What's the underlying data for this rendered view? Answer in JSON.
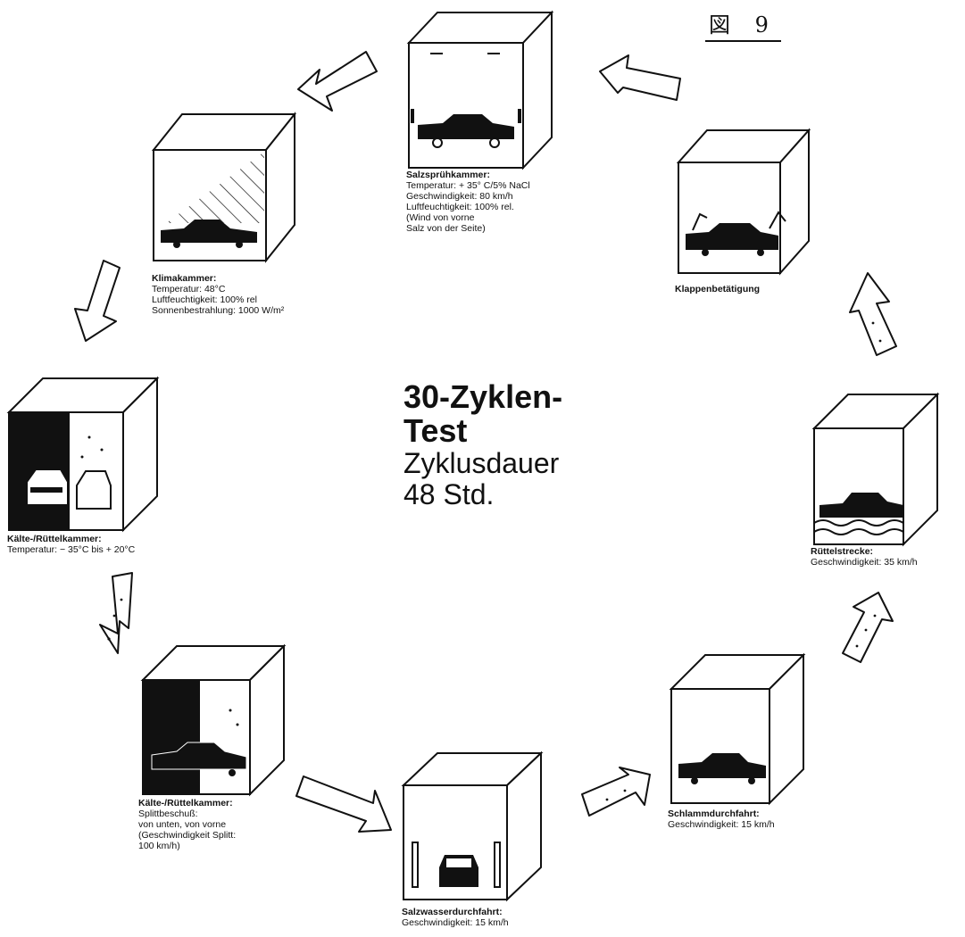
{
  "figure_label": "図 9",
  "center": {
    "title_line1": "30-Zyklen-",
    "title_line2": "Test",
    "subtitle_line1": "Zyklusdauer",
    "subtitle_line2": "48 Std."
  },
  "stations": {
    "salzspruehkammer": {
      "title": "Salzsprühkammer:",
      "lines": [
        "Temperatur: + 35° C/5% NaCl",
        "Geschwindigkeit: 80 km/h",
        "Luftfeuchtigkeit: 100% rel.",
        "(Wind von vorne",
        "Salz von der Seite)"
      ]
    },
    "klimakammer": {
      "title": "Klimakammer:",
      "lines": [
        "Temperatur: 48°C",
        "Luftfeuchtigkeit: 100% rel",
        "Sonnenbestrahlung: 1000 W/m²"
      ]
    },
    "kaelte1": {
      "title": "Kälte-/Rüttelkammer:",
      "lines": [
        "Temperatur: − 35°C bis + 20°C"
      ]
    },
    "kaelte2": {
      "title": "Kälte-/Rüttelkammer:",
      "lines": [
        "Splittbeschuß:",
        "von unten, von vorne",
        "(Geschwindigkeit Splitt:",
        "100 km/h)"
      ]
    },
    "salzwasser": {
      "title": "Salzwasserdurchfahrt:",
      "lines": [
        "Geschwindigkeit: 15 km/h"
      ]
    },
    "schlamm": {
      "title": "Schlammdurchfahrt:",
      "lines": [
        "Geschwindigkeit: 15 km/h"
      ]
    },
    "ruettel": {
      "title": "Rüttelstrecke:",
      "lines": [
        "Geschwindigkeit: 35 km/h"
      ]
    },
    "klappen": {
      "title": "Klappenbetätigung",
      "lines": []
    }
  }
}
